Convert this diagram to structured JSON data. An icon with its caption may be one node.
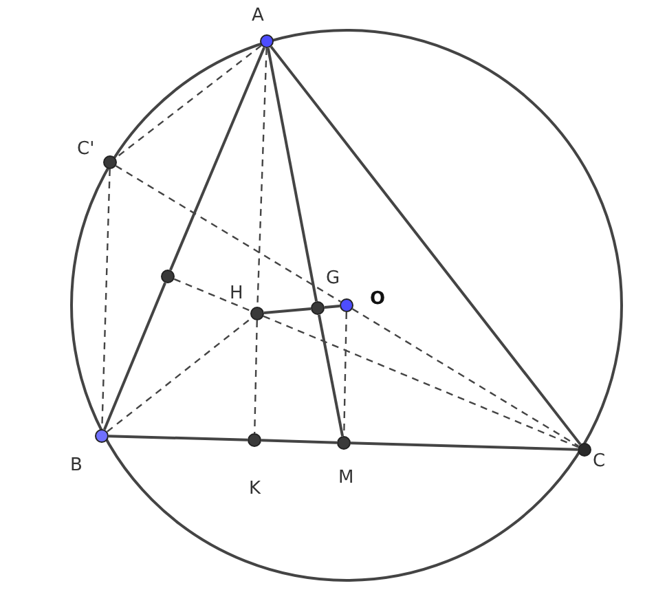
{
  "diagram": {
    "nodes": [
      {
        "text": [],
        "shape": "circle",
        "beside": [
          "A"
        ]
      },
      {
        "text": [],
        "shape": "circle",
        "beside": [
          "C'"
        ]
      },
      {
        "text": [],
        "shape": "circle"
      },
      {
        "text": [],
        "shape": "circle",
        "beside": [
          "H"
        ]
      },
      {
        "text": [],
        "shape": "circle",
        "beside": [
          "G"
        ]
      },
      {
        "text": [],
        "shape": "circle",
        "beside": [
          "O"
        ]
      },
      {
        "text": [],
        "shape": "circle",
        "beside": [
          "B"
        ]
      },
      {
        "text": [],
        "shape": "circle",
        "beside": [
          "K"
        ]
      },
      {
        "text": [],
        "shape": "circle",
        "beside": [
          "M"
        ]
      },
      {
        "text": [],
        "shape": "circle",
        "beside": [
          "C"
        ]
      }
    ],
    "edges": [
      {
        "from": 0,
        "to": 1,
        "arrow": "none",
        "style": "dashed"
      },
      {
        "from": 0,
        "to": 2,
        "arrow": "none"
      },
      {
        "from": 0,
        "to": 9,
        "arrow": "none"
      },
      {
        "from": 0,
        "to": 4,
        "arrow": "none"
      },
      {
        "from": 0,
        "to": 3,
        "arrow": "none",
        "style": "dashed"
      },
      {
        "from": 1,
        "to": 6,
        "arrow": "none",
        "style": "dashed"
      },
      {
        "from": 1,
        "to": 5,
        "arrow": "none",
        "style": "dashed"
      },
      {
        "from": 2,
        "to": 6,
        "arrow": "none"
      },
      {
        "from": 2,
        "to": 3,
        "arrow": "none",
        "style": "dashed"
      },
      {
        "from": 3,
        "to": 4,
        "arrow": "none"
      },
      {
        "from": 4,
        "to": 5,
        "arrow": "none"
      },
      {
        "from": 3,
        "to": 7,
        "arrow": "none",
        "style": "dashed"
      },
      {
        "from": 3,
        "to": 9,
        "arrow": "none",
        "style": "dashed"
      },
      {
        "from": 6,
        "to": 3,
        "arrow": "none",
        "style": "dashed"
      },
      {
        "from": 5,
        "to": 9,
        "arrow": "none",
        "style": "dashed"
      },
      {
        "from": 5,
        "to": 8,
        "arrow": "none",
        "style": "dashed"
      },
      {
        "from": 4,
        "to": 8,
        "arrow": "none"
      },
      {
        "from": 6,
        "to": 7,
        "arrow": "none"
      },
      {
        "from": 7,
        "to": 8,
        "arrow": "none"
      },
      {
        "from": 8,
        "to": 9,
        "arrow": "none"
      }
    ]
  }
}
